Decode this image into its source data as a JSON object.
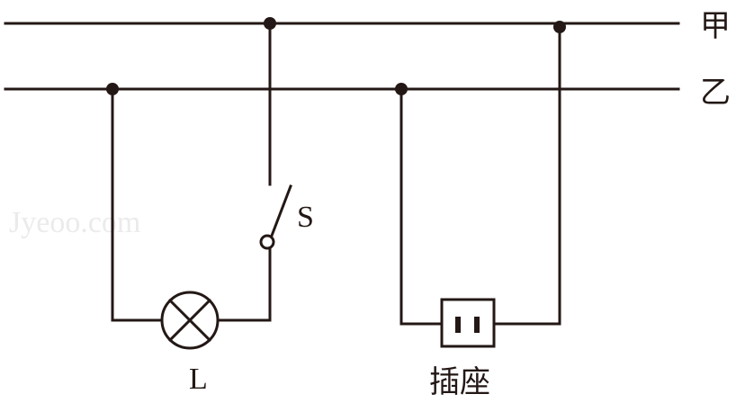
{
  "diagram": {
    "wire_color": "#231815",
    "watermark_color": "#ebebeb",
    "lines": {
      "top_label": "甲",
      "bottom_label": "乙"
    },
    "switch": {
      "label": "S"
    },
    "lamp": {
      "label": "L"
    },
    "socket": {
      "label": "插座"
    },
    "watermark": "Jyeoo.com"
  }
}
